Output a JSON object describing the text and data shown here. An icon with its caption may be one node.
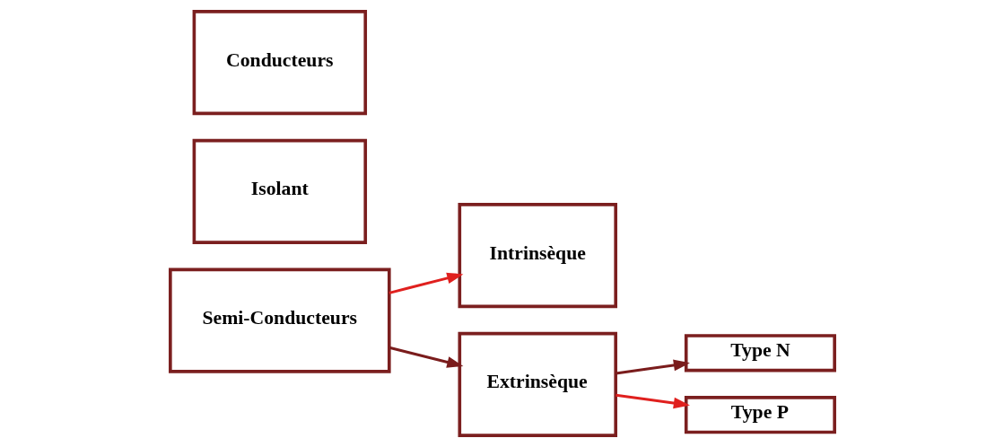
{
  "diagram": {
    "nodes": [
      {
        "text": [
          "Conducteurs"
        ]
      },
      {
        "text": [
          "Isolant"
        ]
      },
      {
        "text": [
          "Semi-Conducteurs"
        ]
      },
      {
        "text": [
          "Intrinsèque"
        ]
      },
      {
        "text": [
          "Extrinsèque"
        ]
      },
      {
        "text": [
          "Type N"
        ]
      },
      {
        "text": [
          "Type P"
        ]
      }
    ],
    "edges": [
      {
        "from": 2,
        "to": 3,
        "arrow": "to",
        "color": "#e0201e"
      },
      {
        "from": 2,
        "to": 4,
        "arrow": "to",
        "color": "#7a1c1c"
      },
      {
        "from": 4,
        "to": 5,
        "arrow": "to",
        "color": "#7a1c1c"
      },
      {
        "from": 4,
        "to": 6,
        "arrow": "to",
        "color": "#e0201e"
      }
    ]
  }
}
